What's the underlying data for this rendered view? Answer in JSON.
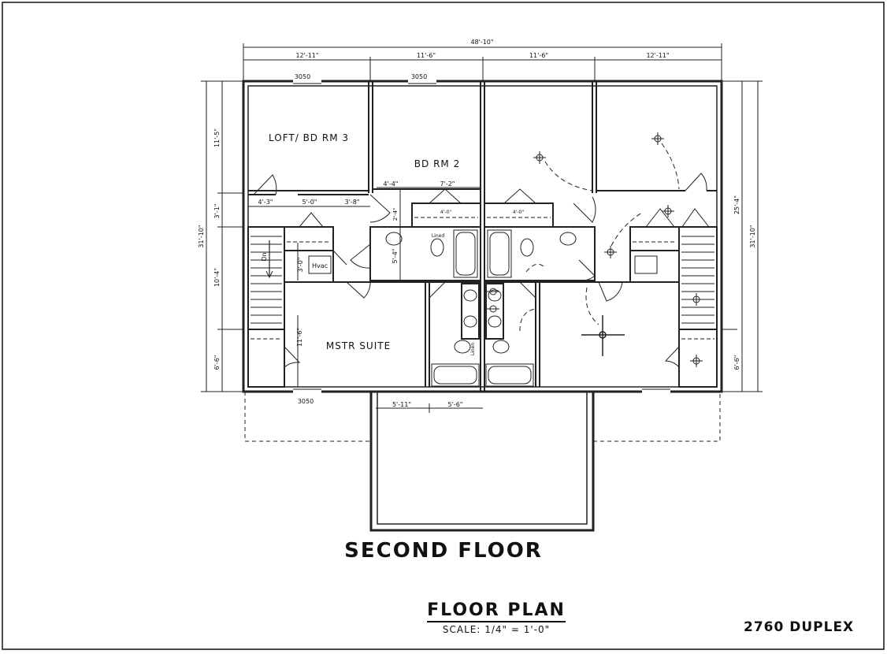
{
  "sheet_title": "SECOND FLOOR",
  "plan_title": "FLOOR PLAN",
  "scale": "SCALE: 1/4\" = 1'-0\"",
  "project_name": "2760 DUPLEX",
  "rooms": {
    "loft": "LOFT/ BD RM 3",
    "bedroom2": "BD RM 2",
    "master": "MSTR SUITE",
    "hvac": "Hvac",
    "stair_dn": "Dn",
    "linen_left": "Lined",
    "linen_center": "Linen"
  },
  "windows": {
    "w1": "3050",
    "w2": "3050",
    "w3": "3050"
  },
  "dims": {
    "overall_top": "48'-10\"",
    "top_1": "12'-11\"",
    "top_2": "11'-6\"",
    "top_3": "11'-6\"",
    "top_4": "12'-11\"",
    "left_overall": "31'-10\"",
    "left_1": "11'-5\"",
    "left_2": "3'-1\"",
    "left_3": "10'-4\"",
    "left_4": "6'-6\"",
    "right_overall": "31'-10\"",
    "right_1": "25'-4\"",
    "right_2": "6'-6\"",
    "hall_1": "4'-3\"",
    "hall_2": "5'-0\"",
    "hall_3": "3'-8\"",
    "bath_1": "4'-4\"",
    "bath_2": "7'-2\"",
    "bath_3": "5'-4\"",
    "bath_4": "2'-4\"",
    "closet_3": "3'-0\"",
    "master_1": "11'-6\"",
    "bottom_1": "5'-11\"",
    "bottom_2": "5'-6\"",
    "closet_w": "4'-0\""
  }
}
